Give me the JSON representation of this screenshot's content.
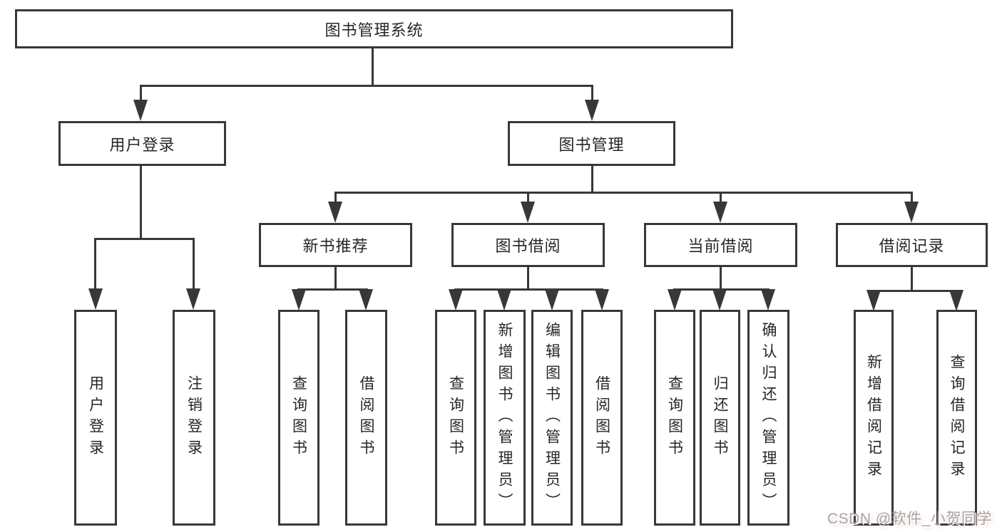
{
  "root": {
    "label": "图书管理系统"
  },
  "level2": {
    "user_login": {
      "label": "用户登录",
      "children": [
        {
          "label": "用户登录"
        },
        {
          "label": "注销登录"
        }
      ]
    },
    "book_mgmt": {
      "label": "图书管理",
      "children": [
        {
          "label": "新书推荐",
          "children": [
            {
              "label": "查询图书"
            },
            {
              "label": "借阅图书"
            }
          ]
        },
        {
          "label": "图书借阅",
          "children": [
            {
              "label": "查询图书"
            },
            {
              "label": "新增图书（管理员）"
            },
            {
              "label": "编辑图书（管理员）"
            },
            {
              "label": "借阅图书"
            }
          ]
        },
        {
          "label": "当前借阅",
          "children": [
            {
              "label": "查询图书"
            },
            {
              "label": "归还图书"
            },
            {
              "label": "确认归还（管理员）"
            }
          ]
        },
        {
          "label": "借阅记录",
          "children": [
            {
              "label": "新增借阅记录"
            },
            {
              "label": "查询借阅记录"
            }
          ]
        }
      ]
    }
  },
  "watermark": {
    "text": "CSDN @软件_小贺同学"
  },
  "colors": {
    "line": "#383838",
    "text": "#262626",
    "background": "#ffffff",
    "watermark": "#9e9e9e"
  }
}
